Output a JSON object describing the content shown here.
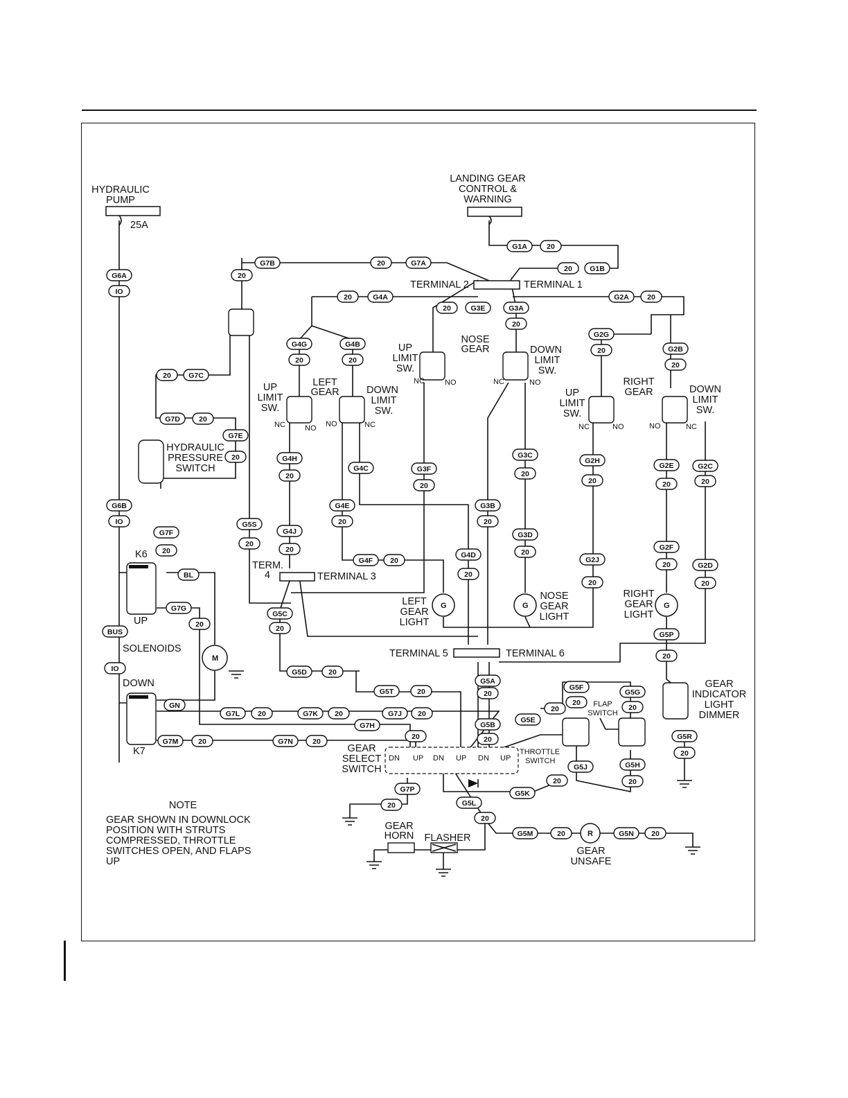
{
  "labels": {
    "hydraulic_pump": [
      "HYDRAULIC",
      "PUMP"
    ],
    "breaker_25a": "25A",
    "landing_gear_cw": [
      "LANDING GEAR",
      "CONTROL &",
      "WARNING"
    ],
    "terminal_1": "TERMINAL 1",
    "terminal_2": "TERMINAL 2",
    "terminal_3": "TERMINAL 3",
    "term_4": [
      "TERM.",
      "4"
    ],
    "terminal_5": "TERMINAL 5",
    "terminal_6": "TERMINAL 6",
    "nose_gear": [
      "NOSE",
      "GEAR"
    ],
    "left_gear": [
      "LEFT",
      "GEAR"
    ],
    "right_gear": [
      "RIGHT",
      "GEAR"
    ],
    "up_limit_sw": [
      "UP",
      "LIMIT",
      "SW."
    ],
    "down_limit_sw": [
      "DOWN",
      "LIMIT",
      "SW."
    ],
    "nc": "NC",
    "no": "NO",
    "hyd_pressure_switch": [
      "HYDRAULIC",
      "PRESSURE",
      "SWITCH"
    ],
    "k6": "K6",
    "k7": "K7",
    "up": "UP",
    "down": "DOWN",
    "dn": "DN",
    "solenoids": "SOLENOIDS",
    "motor": "M",
    "left_gear_light": [
      "LEFT",
      "GEAR",
      "LIGHT"
    ],
    "nose_gear_light": [
      "NOSE",
      "GEAR",
      "LIGHT"
    ],
    "right_gear_light": [
      "RIGHT",
      "GEAR",
      "LIGHT"
    ],
    "lamp_g": "G",
    "lamp_r": "R",
    "gear_select_switch": [
      "GEAR",
      "SELECT",
      "SWITCH"
    ],
    "throttle_switch": [
      "THROTTLE",
      "SWITCH"
    ],
    "flap_switch": [
      "FLAP",
      "SWITCH"
    ],
    "gear_indicator_dimmer": [
      "GEAR",
      "INDICATOR",
      "LIGHT",
      "DIMMER"
    ],
    "gear_horn": [
      "GEAR",
      "HORN"
    ],
    "flasher": "FLASHER",
    "gear_unsafe": [
      "GEAR",
      "UNSAFE"
    ]
  },
  "note": {
    "title": "NOTE",
    "lines": [
      "GEAR SHOWN IN DOWNLOCK",
      "POSITION WITH STRUTS",
      "COMPRESSED, THROTTLE",
      "SWITCHES OPEN, AND FLAPS",
      "UP"
    ]
  },
  "wire_tags": {
    "g6a": "G6A",
    "g6b": "G6B",
    "g7b": "G7B",
    "g7a": "G7A",
    "g1a": "G1A",
    "g1b": "G1B",
    "g4a": "G4A",
    "g3e": "G3E",
    "g3a": "G3A",
    "g2a": "G2A",
    "g2g": "G2G",
    "g2b": "G2B",
    "g4g": "G4G",
    "g4b": "G4B",
    "g7c": "G7C",
    "g7d": "G7D",
    "g7e": "G7E",
    "g4h": "G4H",
    "g4c": "G4C",
    "g3f": "G3F",
    "g3c": "G3C",
    "g2h": "G2H",
    "g2e": "G2E",
    "g2c": "G2C",
    "g4e": "G4E",
    "g3b": "G3B",
    "g3d": "G3D",
    "g7f": "G7F",
    "g5s": "G5S",
    "g4j": "G4J",
    "g4d": "G4D",
    "g4f": "G4F",
    "g2j": "G2J",
    "g2f": "G2F",
    "g2d": "G2D",
    "bl": "BL",
    "g7g": "G7G",
    "g5c": "G5C",
    "g5p": "G5P",
    "bus": "BUS",
    "g5d": "G5D",
    "g5a": "G5A",
    "g5t": "G5T",
    "g5f": "G5F",
    "g5g": "G5G",
    "g5e": "G5E",
    "gn": "GN",
    "g7l": "G7L",
    "g7k": "G7K",
    "g7j": "G7J",
    "g7h": "G7H",
    "g5b": "G5B",
    "g5r": "G5R",
    "g7m": "G7M",
    "g7n": "G7N",
    "g5j": "G5J",
    "g5h": "G5H",
    "g5k": "G5K",
    "g7p": "G7P",
    "g5l": "G5L",
    "g5m": "G5M",
    "g5n": "G5N",
    "ga": "20",
    "i0": "IO"
  }
}
